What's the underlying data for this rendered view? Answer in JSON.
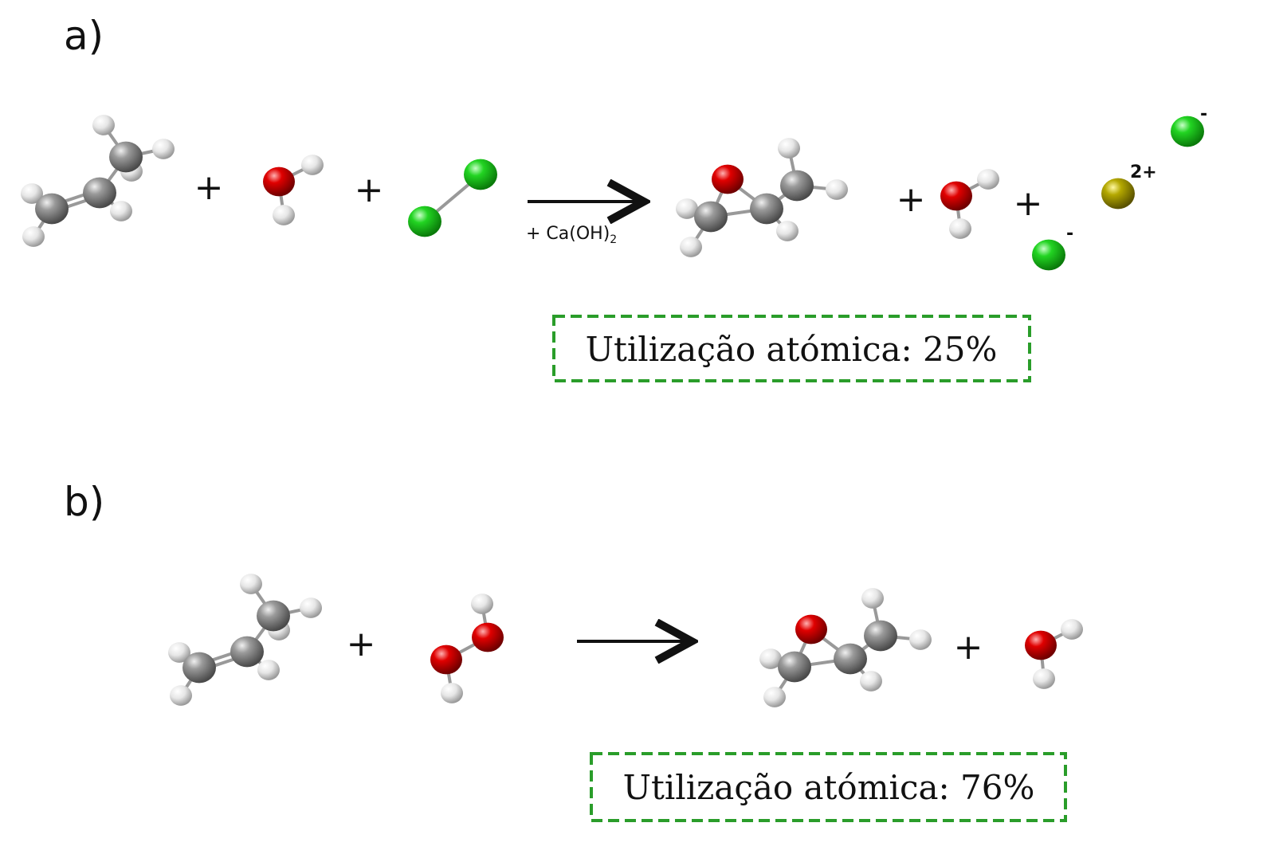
{
  "panel_a": {
    "label": "a)",
    "plus": [
      "+",
      "+",
      "+",
      "+"
    ],
    "reagent": "+ Ca(OH)",
    "reagent_subscript": "2",
    "charges": {
      "cl1": "-",
      "ca": "2+",
      "cl2": "-"
    },
    "atom_utilization": "Utilização atómica: 25%"
  },
  "panel_b": {
    "label": "b)",
    "plus": [
      "+",
      "+"
    ],
    "atom_utilization": "Utilização atómica: 76%"
  },
  "colors": {
    "C": "#8a8a8a",
    "H": "#e8e8e8",
    "O": "#e00000",
    "Cl": "#22d422",
    "Ca": "#b4a800",
    "box": "#2a9d2a"
  }
}
